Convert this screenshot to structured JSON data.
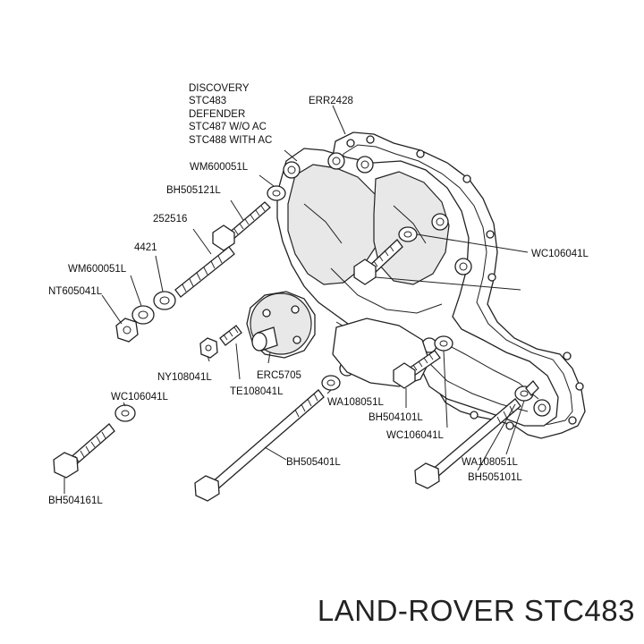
{
  "diagram": {
    "header_lines": [
      "DISCOVERY",
      "STC483",
      "DEFENDER",
      "STC487 W/O AC",
      "STC488 WITH AC"
    ],
    "labels": {
      "err2428": "ERR2428",
      "wm600051l_top": "WM600051L",
      "bh505121l": "BH505121L",
      "p252516": "252516",
      "p4421": "4421",
      "wm600051l_mid": "WM600051L",
      "nt605041l": "NT605041L",
      "wc106041l_right": "WC106041L",
      "ny108041l": "NY108041L",
      "erc5705": "ERC5705",
      "te108041l": "TE108041L",
      "wc106041l_left": "WC106041L",
      "wa108051l_mid": "WA108051L",
      "bh504101l": "BH504101L",
      "wc106041l_lower": "WC106041L",
      "bh505401l": "BH505401L",
      "wa108051l_right": "WA108051L",
      "bh505101l": "BH505101L",
      "bh504161l": "BH504161L"
    }
  },
  "caption": "LAND-ROVER STC483"
}
